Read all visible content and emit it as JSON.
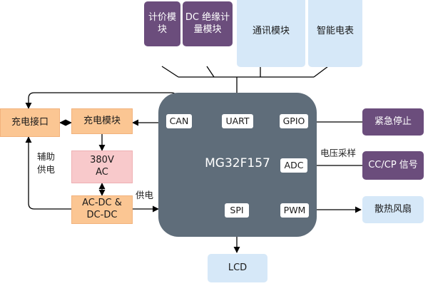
{
  "top_modules": {
    "billing": "计价模\n块",
    "dc_meter": "DC 绝缘计\n量模块",
    "comm": "通讯模块",
    "smart_meter": "智能电表"
  },
  "left_blocks": {
    "charging_port": "充电接口",
    "charging_module": "充电模块",
    "voltage_380": "380V\nAC",
    "acdc": "AC-DC &\nDC-DC"
  },
  "mcu": {
    "name": "MG32F157",
    "ports": {
      "can": "CAN",
      "uart": "UART",
      "gpio": "GPIO",
      "adc": "ADC",
      "spi": "SPI",
      "pwm": "PWM"
    }
  },
  "right_blocks": {
    "emergency_stop": "紧急停止",
    "cc_cp": "CC/CP 信号",
    "fan": "散热风扇"
  },
  "bottom_blocks": {
    "lcd": "LCD"
  },
  "labels": {
    "aux_power": "辅助\n供电",
    "power_supply": "供电",
    "voltage_sampling": "电压采样"
  },
  "colors": {
    "purple": "#6b4d7c",
    "light_blue": "#d6e8f8",
    "orange": "#fbc693",
    "pink": "#f8c9cb",
    "mcu": "#5f6d7a"
  }
}
